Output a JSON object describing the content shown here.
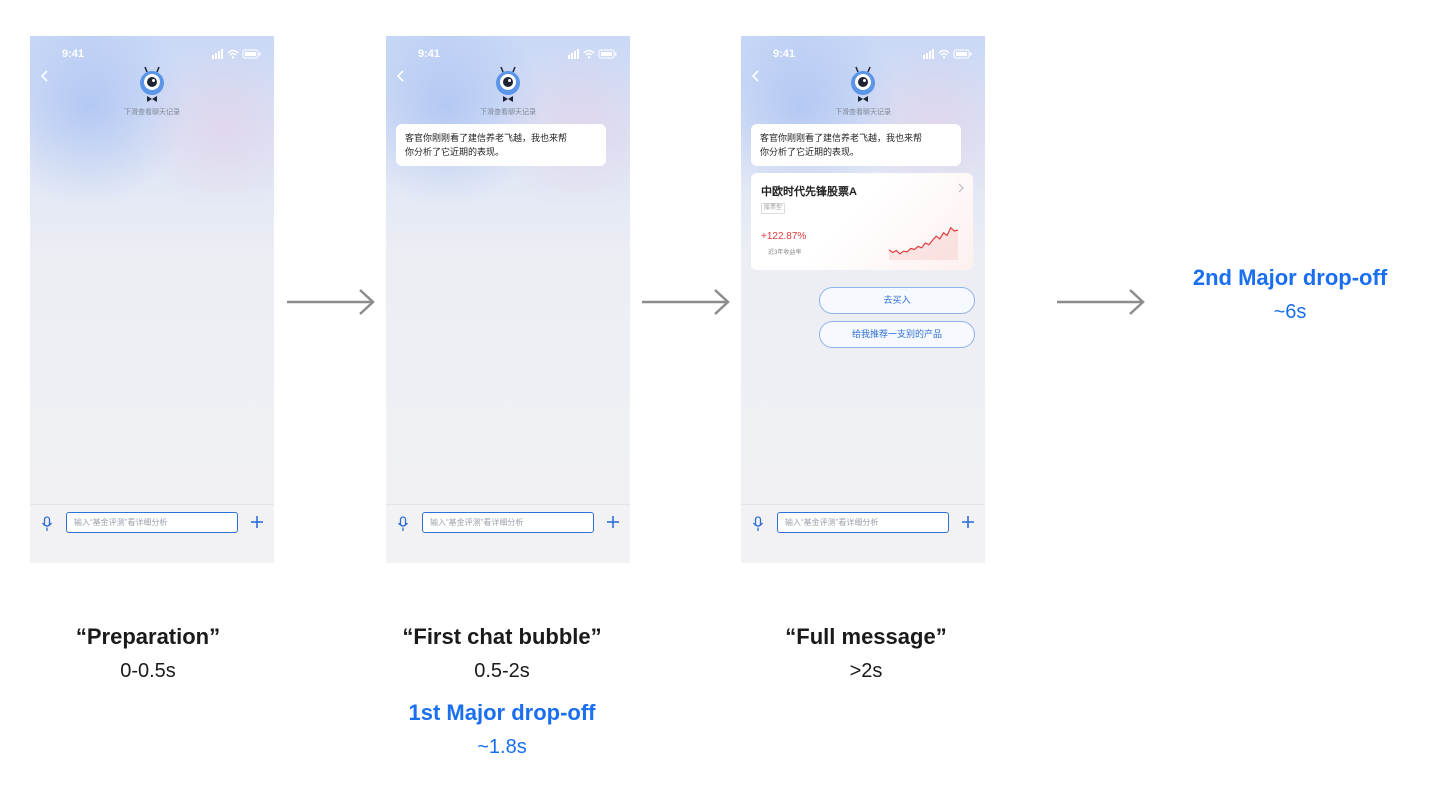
{
  "colors": {
    "accent": "#1a6ff0",
    "input_border": "#2f6fd6",
    "gain": "#e03a3a"
  },
  "phone": {
    "time": "9:41",
    "hint": "下滑查看聊天记录",
    "input_placeholder": "输入“基金评测”看详细分析",
    "icons": [
      "back-chevron-icon",
      "mascot-icon",
      "signal-icon",
      "wifi-icon",
      "battery-icon",
      "mic-icon",
      "plus-icon"
    ]
  },
  "chat": {
    "bubble_line1": "客官你刚刚看了建信养老飞越，我也来帮",
    "bubble_line2": "你分析了它近期的表现。"
  },
  "fund_card": {
    "name": "中欧时代先锋股票A",
    "tag": "股票型",
    "return_pct": "+122.87%",
    "return_label": "近3年收益率",
    "trend": [
      0.3,
      0.22,
      0.28,
      0.18,
      0.26,
      0.24,
      0.34,
      0.31,
      0.4,
      0.36,
      0.5,
      0.45,
      0.58,
      0.7,
      0.62,
      0.8,
      0.72,
      0.95,
      0.85,
      0.88
    ]
  },
  "actions": {
    "buy": "去买入",
    "recommend": "给我推荐一支别的产品"
  },
  "captions": {
    "stage1_title": "“Preparation”",
    "stage1_time": "0-0.5s",
    "stage2_title": "“First chat bubble”",
    "stage2_time": "0.5-2s",
    "drop1_title": "1st Major drop-off",
    "drop1_time": "~1.8s",
    "stage3_title": "“Full message”",
    "stage3_time": ">2s",
    "drop2_title": "2nd Major drop-off",
    "drop2_time": "~6s"
  }
}
